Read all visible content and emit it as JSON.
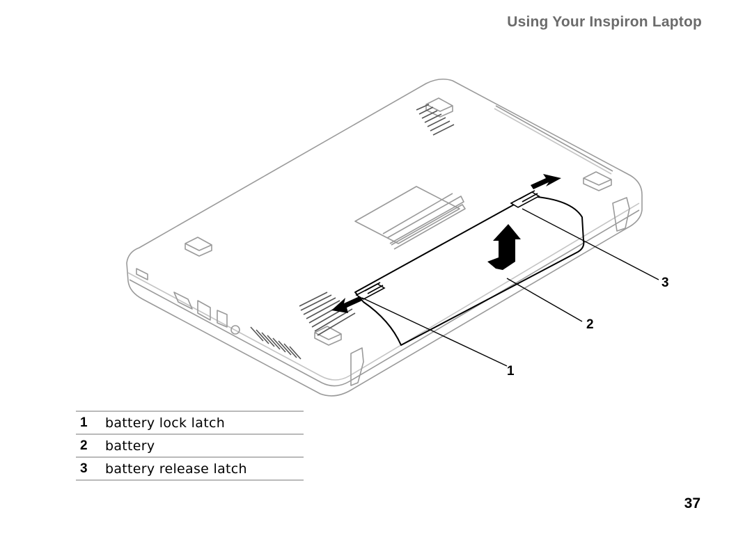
{
  "header": {
    "title": "Using Your Inspiron Laptop"
  },
  "figure": {
    "callouts": [
      "1",
      "2",
      "3"
    ]
  },
  "legend": {
    "items": [
      {
        "number": "1",
        "label": "battery lock latch"
      },
      {
        "number": "2",
        "label": "battery"
      },
      {
        "number": "3",
        "label": "battery release latch"
      }
    ]
  },
  "page_number": "37"
}
